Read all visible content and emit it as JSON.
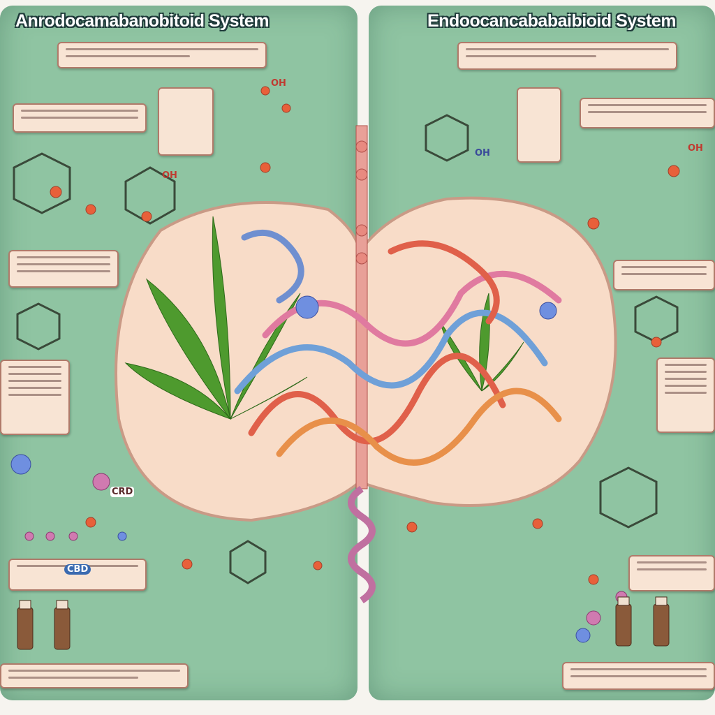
{
  "left_panel": {
    "title": "Anrodocamabanobitoid System",
    "labels": {
      "oh": "OH",
      "cbd": "CBD",
      "crd": "CRD"
    }
  },
  "right_panel": {
    "title": "Endoocancababaibioid System",
    "labels": {
      "oh": "OH"
    }
  },
  "colors": {
    "background": "#8fc4a2",
    "organ": "#f8dcc8",
    "leaf": "#4e9a2e",
    "label_box": "#f8e4d4",
    "bond": "#e0604a"
  }
}
